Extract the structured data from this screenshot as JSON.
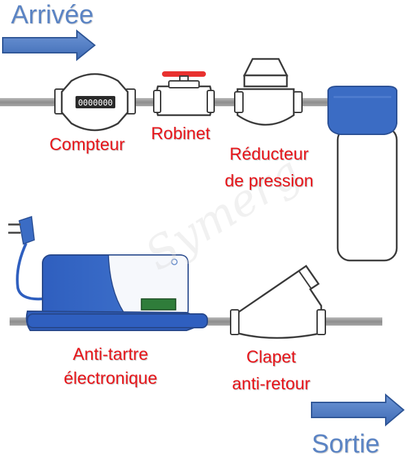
{
  "arrival_label": "Arrivée",
  "exit_label": "Sortie",
  "meter_display": "0000000",
  "watermark": "Symerg",
  "components": {
    "meter": "Compteur",
    "valve": "Robinet",
    "pressure_reducer_l1": "Réducteur",
    "pressure_reducer_l2": "de pression",
    "antiscale_l1": "Anti-tartre",
    "antiscale_l2": "électronique",
    "check_valve_l1": "Clapet",
    "check_valve_l2": "anti-retour"
  },
  "colors": {
    "label_red": "#e8161b",
    "flow_blue": "#5b84c4",
    "device_blue": "#3b6cc4",
    "pipe": "#9a9a9a",
    "handle_red": "#e8312f"
  }
}
